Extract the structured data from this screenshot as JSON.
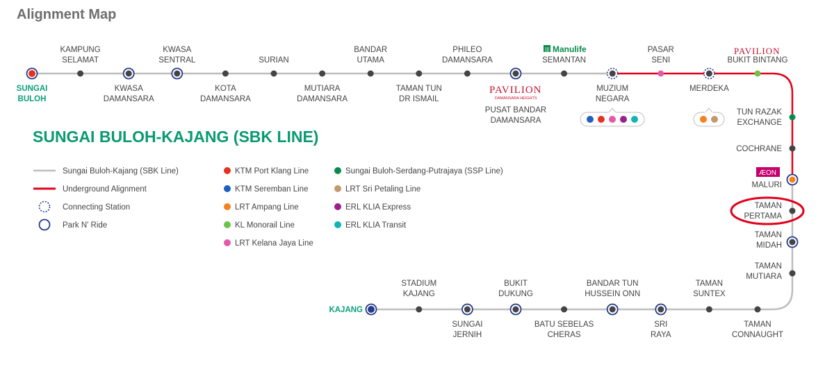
{
  "page_title": "Alignment Map",
  "line_title": "SUNGAI BULOH-KAJANG (SBK LINE)",
  "colors": {
    "line": "#bdbdbd",
    "underground": "#e3001b",
    "station": "#444444",
    "park_ride": "#253a8a",
    "highlight": "#e3001b",
    "title_green": "#0a9a72"
  },
  "terminals": {
    "start": [
      "SUNGAI",
      "BULOH"
    ],
    "end": "KAJANG"
  },
  "top_stations": [
    {
      "id": "sungai-buloh",
      "lines": [
        "SUNGAI",
        "BULOH"
      ],
      "pos": "below",
      "type": "terminal"
    },
    {
      "id": "kampung-selamat",
      "lines": [
        "KAMPUNG",
        "SELAMAT"
      ],
      "pos": "above",
      "type": "normal"
    },
    {
      "id": "kwasa-damansara",
      "lines": [
        "KWASA",
        "DAMANSARA"
      ],
      "pos": "below",
      "type": "parkride"
    },
    {
      "id": "kwasa-sentral",
      "lines": [
        "KWASA",
        "SENTRAL"
      ],
      "pos": "above",
      "type": "parkride"
    },
    {
      "id": "kota-damansara",
      "lines": [
        "KOTA",
        "DAMANSARA"
      ],
      "pos": "below",
      "type": "normal"
    },
    {
      "id": "surian",
      "lines": [
        "SURIAN"
      ],
      "pos": "above",
      "type": "normal"
    },
    {
      "id": "mutiara-damansara",
      "lines": [
        "MUTIARA",
        "DAMANSARA"
      ],
      "pos": "below",
      "type": "normal"
    },
    {
      "id": "bandar-utama",
      "lines": [
        "BANDAR",
        "UTAMA"
      ],
      "pos": "above",
      "type": "normal"
    },
    {
      "id": "taman-tun-dr-ismail",
      "lines": [
        "TAMAN TUN",
        "DR ISMAIL"
      ],
      "pos": "below",
      "type": "normal"
    },
    {
      "id": "phileo-damansara",
      "lines": [
        "PHILEO",
        "DAMANSARA"
      ],
      "pos": "above",
      "type": "normal"
    },
    {
      "id": "pusat-bandar-damansara",
      "lines": [
        "PUSAT BANDAR",
        "DAMANSARA"
      ],
      "pos": "below",
      "type": "parkride"
    },
    {
      "id": "semantan",
      "lines": [
        "SEMANTAN"
      ],
      "pos": "above",
      "type": "normal"
    },
    {
      "id": "muzium-negara",
      "lines": [
        "MUZIUM",
        "NEGARA"
      ],
      "pos": "below",
      "type": "connecting"
    },
    {
      "id": "pasar-seni",
      "lines": [
        "PASAR",
        "SENI"
      ],
      "pos": "above",
      "type": "pink"
    },
    {
      "id": "merdeka",
      "lines": [
        "MERDEKA"
      ],
      "pos": "below",
      "type": "connecting"
    },
    {
      "id": "bukit-bintang",
      "lines": [
        "BUKIT BINTANG"
      ],
      "pos": "above",
      "type": "green"
    }
  ],
  "right_stations": [
    {
      "id": "tun-razak-exchange",
      "lines": [
        "TUN RAZAK",
        "EXCHANGE"
      ],
      "type": "ssp"
    },
    {
      "id": "cochrane",
      "lines": [
        "COCHRANE"
      ],
      "type": "normal"
    },
    {
      "id": "maluri",
      "lines": [
        "MALURI"
      ],
      "type": "maluri"
    },
    {
      "id": "taman-pertama",
      "lines": [
        "TAMAN",
        "PERTAMA"
      ],
      "type": "normal",
      "highlighted": true
    },
    {
      "id": "taman-midah",
      "lines": [
        "TAMAN",
        "MIDAH"
      ],
      "type": "parkride"
    },
    {
      "id": "taman-mutiara",
      "lines": [
        "TAMAN",
        "MUTIARA"
      ],
      "type": "normal"
    }
  ],
  "bottom_stations": [
    {
      "id": "taman-connaught",
      "lines": [
        "TAMAN",
        "CONNAUGHT"
      ],
      "pos": "below",
      "type": "normal"
    },
    {
      "id": "taman-suntex",
      "lines": [
        "TAMAN",
        "SUNTEX"
      ],
      "pos": "above",
      "type": "normal"
    },
    {
      "id": "sri-raya",
      "lines": [
        "SRI",
        "RAYA"
      ],
      "pos": "below",
      "type": "parkride"
    },
    {
      "id": "bandar-tun-hussein-onn",
      "lines": [
        "BANDAR TUN",
        "HUSSEIN ONN"
      ],
      "pos": "above",
      "type": "parkride"
    },
    {
      "id": "batu-sebelas-cheras",
      "lines": [
        "BATU SEBELAS",
        "CHERAS"
      ],
      "pos": "below",
      "type": "normal"
    },
    {
      "id": "bukit-dukung",
      "lines": [
        "BUKIT",
        "DUKUNG"
      ],
      "pos": "above",
      "type": "parkride"
    },
    {
      "id": "sungai-jernih",
      "lines": [
        "SUNGAI",
        "JERNIH"
      ],
      "pos": "below",
      "type": "parkride"
    },
    {
      "id": "stadium-kajang",
      "lines": [
        "STADIUM",
        "KAJANG"
      ],
      "pos": "above",
      "type": "normal"
    },
    {
      "id": "kajang",
      "lines": [
        "KAJANG"
      ],
      "pos": "left",
      "type": "terminal"
    }
  ],
  "brands": {
    "pavilion": "PAVILION",
    "pavilion_sub": "DAMANSARA HEIGHTS",
    "manulife": "Manulife",
    "aeon": "ÆON"
  },
  "interchange_colors": {
    "muzium_negara": [
      "#1f5fbf",
      "#e8301f",
      "#e55aa8",
      "#9b1f8e",
      "#12b5b0"
    ],
    "merdeka": [
      "#f58220",
      "#c49a6c"
    ]
  },
  "legend_lines": [
    {
      "id": "sbk",
      "label": "Sungai Buloh-Kajang (SBK Line)",
      "kind": "line",
      "color": "#bdbdbd"
    },
    {
      "id": "underground",
      "label": "Underground Alignment",
      "kind": "line",
      "color": "#e3001b"
    },
    {
      "id": "connecting",
      "label": "Connecting Station",
      "kind": "dashed",
      "color": "#253a8a"
    },
    {
      "id": "parkride",
      "label": "Park N' Ride",
      "kind": "ring",
      "color": "#253a8a"
    }
  ],
  "legend_col2": [
    {
      "id": "ktm-port-klang",
      "label": "KTM Port Klang Line",
      "color": "#e8301f"
    },
    {
      "id": "ktm-seremban",
      "label": "KTM Seremban Line",
      "color": "#1f5fbf"
    },
    {
      "id": "lrt-ampang",
      "label": "LRT Ampang Line",
      "color": "#f58220"
    },
    {
      "id": "kl-monorail",
      "label": "KL Monorail Line",
      "color": "#6cc24a"
    },
    {
      "id": "lrt-kelana-jaya",
      "label": "LRT Kelana Jaya Line",
      "color": "#e55aa8"
    }
  ],
  "legend_col3": [
    {
      "id": "ssp",
      "label": "Sungai Buloh-Serdang-Putrajaya (SSP Line)",
      "color": "#0a8a4a"
    },
    {
      "id": "lrt-sri-petaling",
      "label": "LRT Sri Petaling Line",
      "color": "#c49a6c"
    },
    {
      "id": "erl-klia-express",
      "label": "ERL KLIA Express",
      "color": "#9b1f8e"
    },
    {
      "id": "erl-klia-transit",
      "label": "ERL KLIA Transit",
      "color": "#12b5b0"
    }
  ]
}
